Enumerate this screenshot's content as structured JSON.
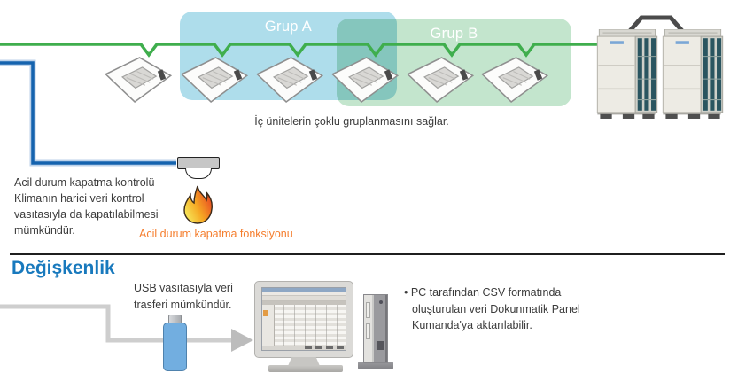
{
  "top": {
    "group_a_label": "Grup A",
    "group_b_label": "Grup B",
    "caption": "İç ünitelerin çoklu gruplanmasını sağlar."
  },
  "emergency": {
    "description": "Acil durum kapatma kontrolü\nKlimanın harici veri kontrol\nvasıtasıyla da kapatılabilmesi\nmümkündür.",
    "caption": "Acil durum kapatma fonksiyonu"
  },
  "variability": {
    "heading": "Değişkenlik",
    "usb_note": "USB vasıtasıyla veri\ntrasferi mümkündür.",
    "pc_note": "• PC tarafından CSV formatında\noluşturulan veri Dokunmatik Panel\nKumanda'ya aktarılabilir."
  },
  "icons": {
    "indoor_unit": "ceiling-cassette-ac-icon",
    "outdoor_unit": "vrf-outdoor-unit-icon",
    "fire": "fire-icon",
    "detector": "emergency-stop-device-icon",
    "usb": "usb-flash-drive-icon",
    "monitor": "desktop-monitor-icon",
    "tower": "pc-tower-icon",
    "arrow": "arrow-right-icon"
  },
  "colors": {
    "wire_green": "#3fae4d",
    "wire_blue": "#1563ae",
    "wire_gray": "#cecece",
    "group_a_fill": "#aeddeb",
    "group_b_fill": "#c3e5cd",
    "heading_blue": "#1879bd",
    "caption_orange": "#f57e2e",
    "usb_body": "#72aee0"
  }
}
